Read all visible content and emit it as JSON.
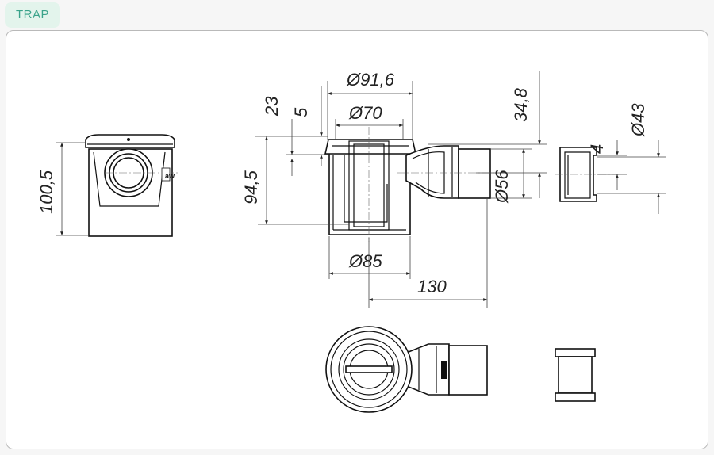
{
  "tab": {
    "label": "TRAP"
  },
  "dimensions": {
    "d91_6": "Ø91,6",
    "d70": "Ø70",
    "d23": "23",
    "d5": "5",
    "d94_5": "94,5",
    "d100_5": "100,5",
    "d34_8": "34,8",
    "d43": "Ø43",
    "d4": "4",
    "d56": "Ø56",
    "d85": "Ø85",
    "d130": "130"
  },
  "colors": {
    "tab_bg": "#e3f4ec",
    "tab_text": "#3aa38a",
    "frame_border": "#b9b9b9"
  }
}
